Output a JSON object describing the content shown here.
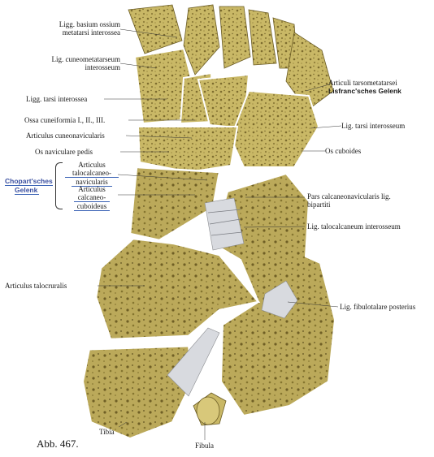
{
  "figure": {
    "caption": "Abb. 467.",
    "labels": {
      "ligg_basium": "Ligg. basium ossium",
      "ligg_basium_2": "metatarsi interossea",
      "lig_cuneometatarseum": "Lig. cuneometatarseum",
      "lig_cuneometatarseum_2": "interosseum",
      "ligg_tarsi": "Ligg. tarsi interossea",
      "ossa_cuneiformia": "Ossa cuneiformia I., II., III.",
      "art_cuneonavicularis": "Articulus cuneonavicularis",
      "os_naviculare": "Os naviculare pedis",
      "chopart": "Chopart'sches",
      "chopart_2": "Gelenk",
      "art_talocalcaneo": "Articulus",
      "art_talocalcaneo_2": "talocalcaneo-",
      "art_talocalcaneo_3": "navicularis",
      "art_calcaneo": "Articulus",
      "art_calcaneo_2": "calcaneo-",
      "art_calcaneo_3": "cuboideus",
      "art_talocruralis": "Articulus talocruralis",
      "tibia": "Tibia",
      "fibula": "Fibula",
      "art_tarsometatarsei": "Articuli tarsometatarsei",
      "lisfranc": "Lisfranc'sches Gelenk",
      "lig_tarsi_interosseum": "Lig. tarsi interosseum",
      "os_cuboides": "Os cuboides",
      "pars_calcaneonavicularis": "Pars calcaneonavicularis lig.",
      "pars_calcaneonavicularis_2": "bipartiti",
      "lig_talocalcaneum": "Lig. talocalcaneum interosseum",
      "lig_fibulotalare": "Lig. fibulotalare posterius"
    }
  },
  "colors": {
    "bone": "#c9b866",
    "bone_dark": "#8f7e3a",
    "cartilage": "#ffffff",
    "ligament": "#d8dadf",
    "underline": "#3a62b5"
  }
}
